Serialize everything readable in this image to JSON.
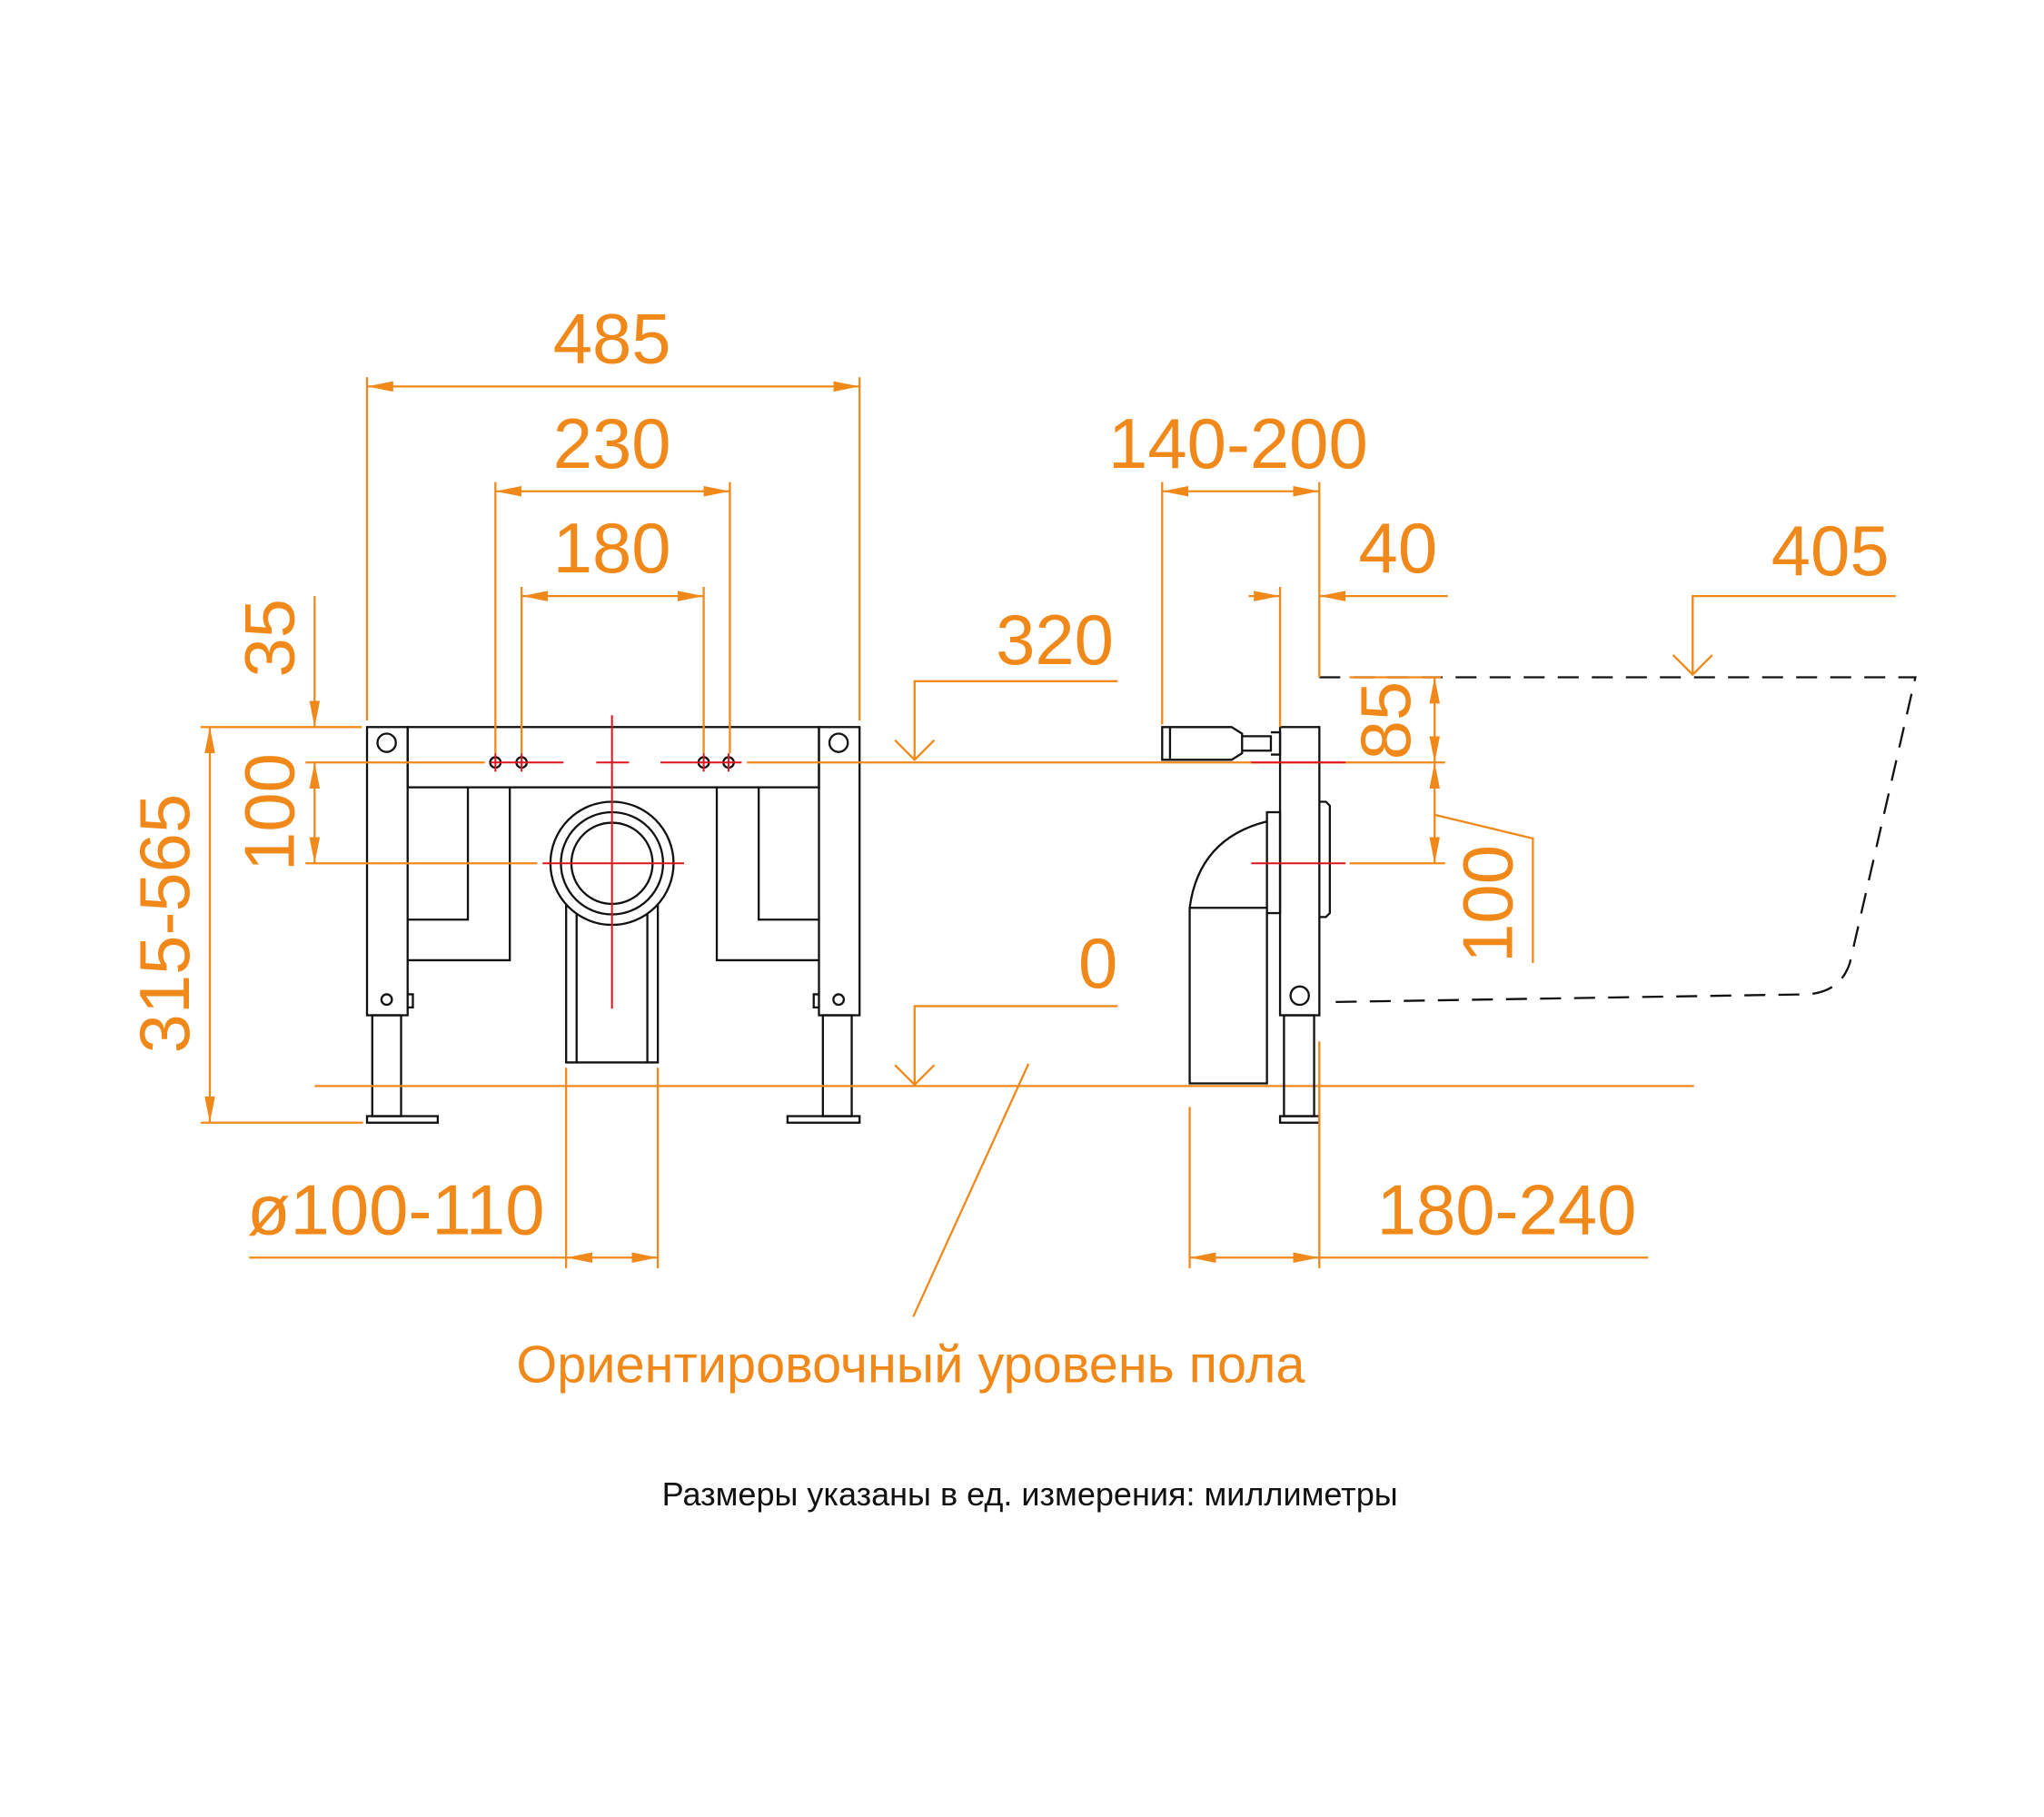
{
  "dimensions": {
    "width_total": "485",
    "width_230": "230",
    "width_180": "180",
    "top_offset": "35",
    "left_100": "100",
    "height_range": "315-565",
    "level_320": "320",
    "level_0": "0",
    "pipe_diameter": "ø100-110",
    "depth_range": "140-200",
    "offset_40": "40",
    "bowl_405": "405",
    "side_85": "85",
    "side_100": "100",
    "pipe_depth": "180-240"
  },
  "labels": {
    "floor_level": "Ориентировочный уровень пола",
    "units_note": "Размеры указаны в ед. измерения: миллиметры"
  },
  "colors": {
    "dimension": "#F0891A",
    "centerline": "#E0141E",
    "outline": "#111111"
  }
}
